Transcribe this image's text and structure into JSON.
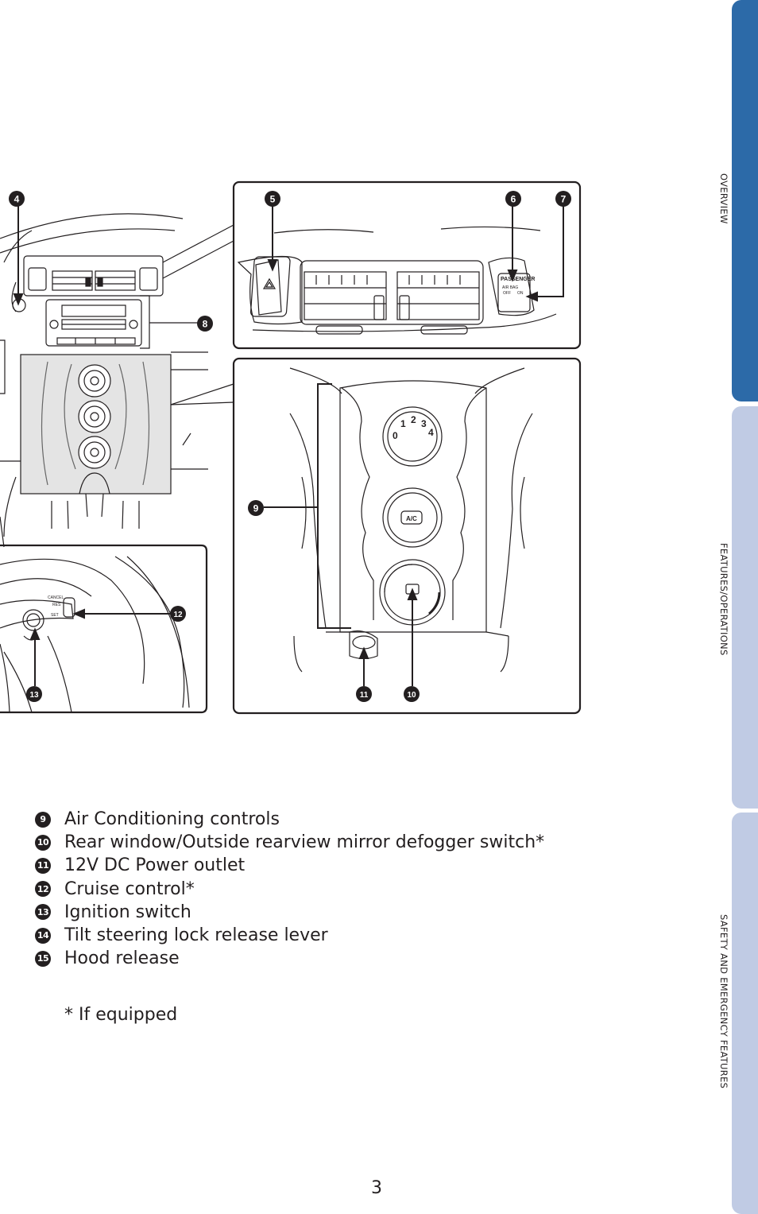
{
  "side_tabs": [
    {
      "label": "OVERVIEW",
      "active": true
    },
    {
      "label": "FEATURES/OPERATIONS",
      "active": false
    },
    {
      "label": "SAFETY AND EMERGENCY FEATURES",
      "active": false
    }
  ],
  "figure": {
    "callouts": [
      "4",
      "5",
      "6",
      "7",
      "8",
      "9",
      "10",
      "11",
      "12",
      "13"
    ],
    "panel_labels": {
      "passenger": "PASSENGER",
      "airbag": "AIR BAG",
      "off": "OFF",
      "on": "ON",
      "ac": "A/C",
      "fan_numbers": [
        "0",
        "1",
        "2",
        "3",
        "4"
      ],
      "cruise": "CANCEL",
      "res": "RES",
      "set": "SET"
    }
  },
  "legend": [
    {
      "num": "9",
      "text": "Air Conditioning controls"
    },
    {
      "num": "10",
      "text": "Rear window/Outside rearview mirror defogger switch*"
    },
    {
      "num": "11",
      "text": "12V DC Power outlet"
    },
    {
      "num": "12",
      "text": "Cruise control*"
    },
    {
      "num": "13",
      "text": "Ignition switch"
    },
    {
      "num": "14",
      "text": "Tilt steering lock release lever"
    },
    {
      "num": "15",
      "text": "Hood release"
    }
  ],
  "footnote": "* If equipped",
  "page_number": "3",
  "colors": {
    "tab_active": "#2c6aa8",
    "tab_inactive": "#c0cbe4",
    "ink": "#231f20"
  }
}
